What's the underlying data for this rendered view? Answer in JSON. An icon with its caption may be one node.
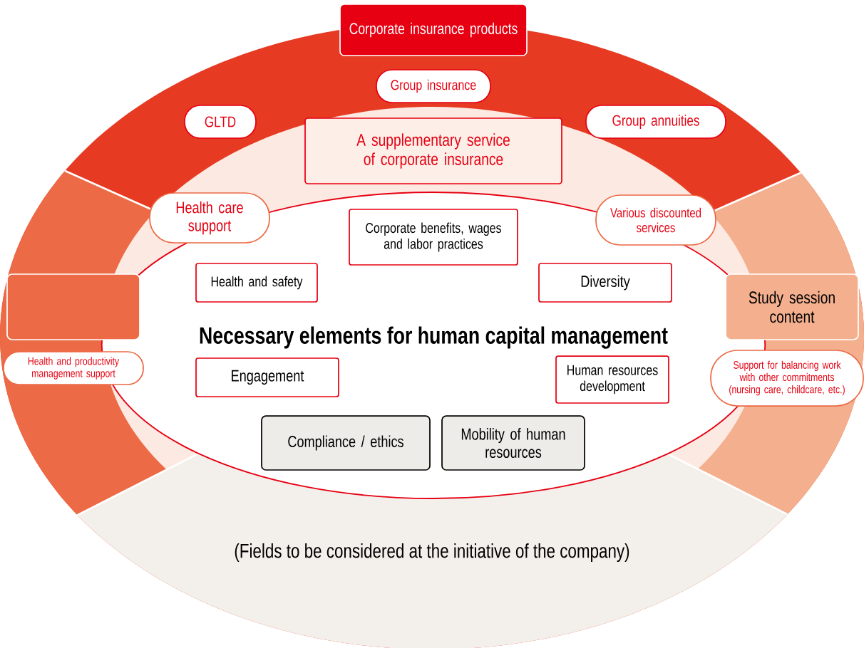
{
  "diagram": {
    "nodes": [
      {
        "text": [
          "Corporate insurance products"
        ]
      },
      {
        "text": [
          "Group insurance"
        ]
      },
      {
        "text": [
          "GLTD"
        ]
      },
      {
        "text": [
          "Group annuities"
        ]
      },
      {
        "text": [
          "A supplementary service of corporate insurance"
        ]
      },
      {
        "text": [
          "Health care support"
        ]
      },
      {
        "text": [
          "Various discounted services"
        ]
      },
      {
        "text": [],
        "shape": "box"
      },
      {
        "text": [
          "Health and productivity management support"
        ]
      },
      {
        "text": [
          "Study session content"
        ]
      },
      {
        "text": [
          "Support for balancing work with other commitments (nursing care, childcare, etc.)"
        ]
      },
      {
        "text": [
          "Necessary elements for human capital management"
        ]
      },
      {
        "text": [
          "Corporate benefits, wages and labor practices"
        ],
        "in": 11
      },
      {
        "text": [
          "Health and safety"
        ],
        "in": 11
      },
      {
        "text": [
          "Diversity"
        ],
        "in": 11
      },
      {
        "text": [
          "Engagement"
        ],
        "in": 11
      },
      {
        "text": [
          "Human resources development"
        ],
        "in": 11
      },
      {
        "text": [
          "Compliance / ethics"
        ],
        "in": 11
      },
      {
        "text": [
          "Mobility of human resources"
        ],
        "in": 11
      }
    ],
    "labels": [
      "(Fields to be considered at the initiative of the company)"
    ]
  }
}
